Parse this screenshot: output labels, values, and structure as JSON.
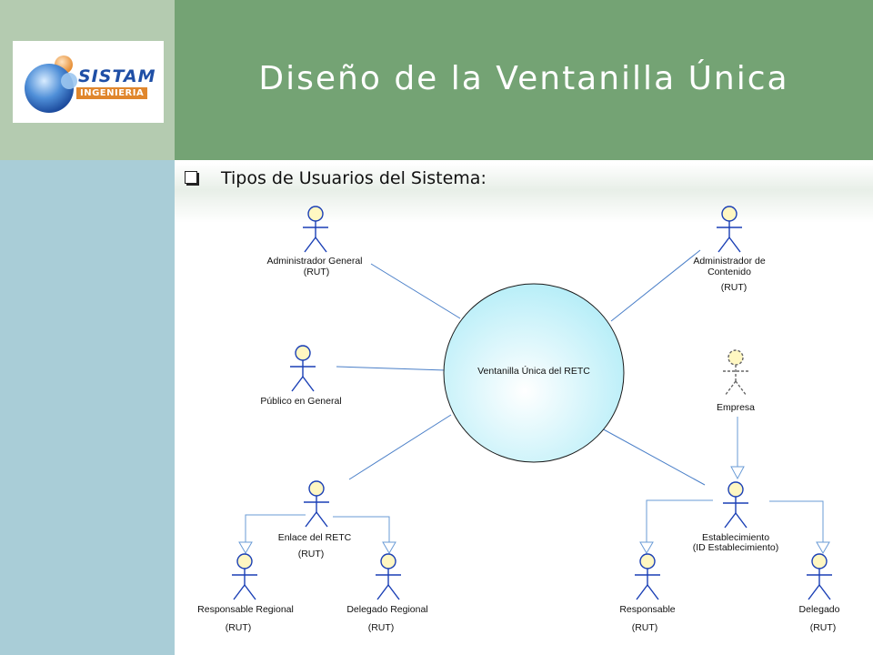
{
  "logo": {
    "brand": "SISTAM",
    "tagline": "INGENIERIA"
  },
  "slide": {
    "title": "Diseño de la Ventanilla Única",
    "subtitle": "Tipos de Usuarios del Sistema:"
  },
  "diagram": {
    "use_case": "Ventanilla Única del RETC",
    "actors": {
      "admin_general": {
        "name": "Administrador General",
        "id": "(RUT)"
      },
      "admin_contenido": {
        "name1": "Administrador de",
        "name2": "Contenido",
        "id": "(RUT)"
      },
      "publico": {
        "name": "Público en General"
      },
      "empresa": {
        "name": "Empresa"
      },
      "enlace": {
        "name": "Enlace del RETC",
        "id": "(RUT)"
      },
      "establecimiento": {
        "name": "Establecimiento",
        "id": "(ID Establecimiento)"
      },
      "responsable_regional": {
        "name": "Responsable Regional",
        "id": "(RUT)"
      },
      "delegado_regional": {
        "name": "Delegado Regional",
        "id": "(RUT)"
      },
      "responsable": {
        "name": "Responsable",
        "id": "(RUT)"
      },
      "delegado": {
        "name": "Delegado",
        "id": "(RUT)"
      }
    },
    "colors": {
      "actor_head": "#fff7c2",
      "actor_stroke": "#1a3fb5",
      "line": "#4a7fc8",
      "use_case_fill": "#b8eef8",
      "inheritance": "#6a9bd6"
    }
  }
}
